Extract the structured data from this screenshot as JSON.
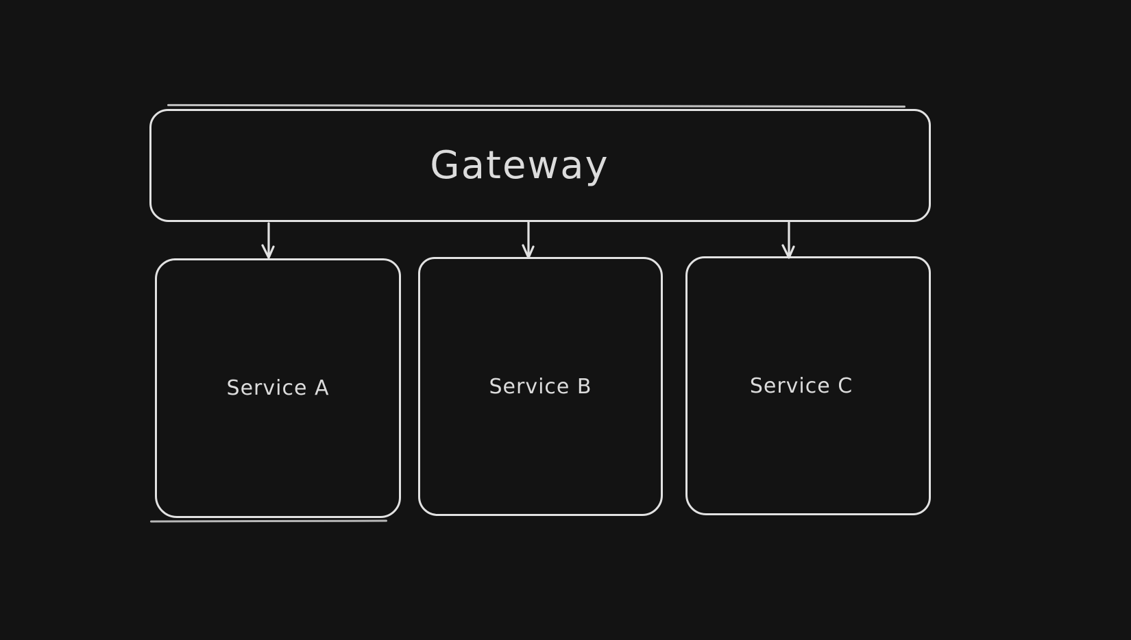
{
  "diagram": {
    "colors": {
      "background": "#131313",
      "stroke": "#e2e2e2",
      "text": "#dcdcdc"
    },
    "nodes": {
      "gateway": {
        "id": "gateway",
        "label": "Gateway"
      },
      "service_a": {
        "id": "service-a",
        "label": "Service A"
      },
      "service_b": {
        "id": "service-b",
        "label": "Service B"
      },
      "service_c": {
        "id": "service-c",
        "label": "Service C"
      }
    },
    "edges": [
      {
        "from": "gateway",
        "to": "service-a",
        "direction": "down",
        "style": "arrow"
      },
      {
        "from": "gateway",
        "to": "service-b",
        "direction": "down",
        "style": "arrow"
      },
      {
        "from": "gateway",
        "to": "service-c",
        "direction": "down",
        "style": "arrow"
      }
    ]
  }
}
